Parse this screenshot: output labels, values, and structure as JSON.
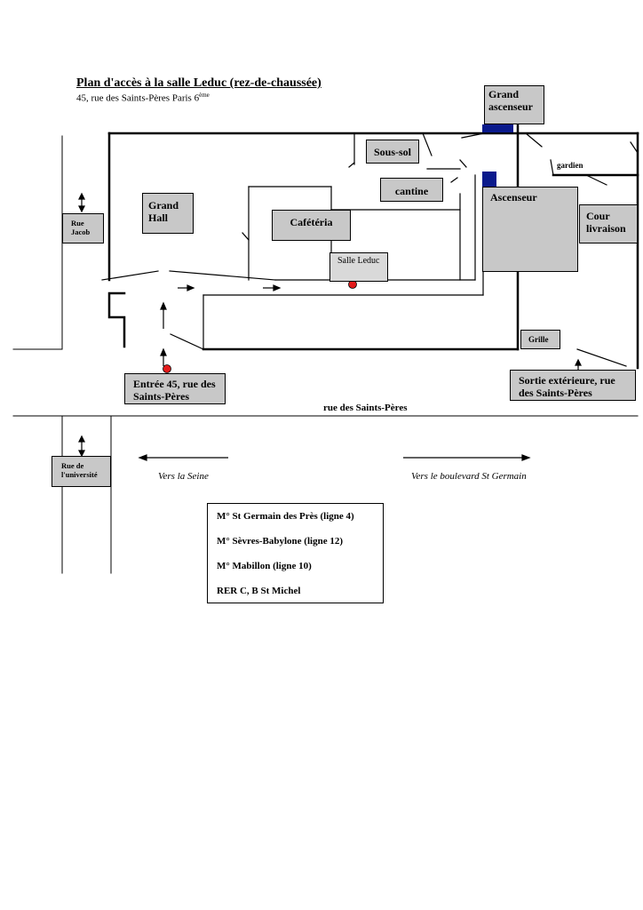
{
  "title": "Plan d'accès à la salle Leduc (rez-de-chaussée)",
  "subtitle": {
    "text": "45, rue des Saints-Pères Paris 6",
    "sup": "ème"
  },
  "rooms": {
    "grand_ascenseur": "Grand ascenseur",
    "sous_sol": "Sous-sol",
    "gardien": "gardien",
    "cantine": "cantine",
    "ascenseur": "Ascenseur",
    "grand_hall": "Grand Hall",
    "cafeteria": "Cafétéria",
    "cour_livraison": "Cour livraison",
    "salle_leduc": "Salle Leduc",
    "grille": "Grille"
  },
  "streets": {
    "rue_jacob": "Rue Jacob",
    "rue_universite": "Rue de l'université",
    "rue_saints_peres": "rue des Saints-Pères"
  },
  "entrances": {
    "entree": "Entrée 45, rue des Saints-Pères",
    "sortie": "Sortie extérieure, rue des Saints-Pères"
  },
  "directions": {
    "left": "Vers la Seine",
    "right": "Vers le boulevard St Germain"
  },
  "transport": [
    "M° St Germain des Près (ligne 4)",
    "M° Sèvres-Babylone (ligne 12)",
    "M° Mabillon (ligne 10)",
    "RER C, B  St Michel"
  ],
  "colors": {
    "marker": "#e31b1b",
    "elevator": "#0a1a8c",
    "room_fill": "#c8c8c8"
  }
}
